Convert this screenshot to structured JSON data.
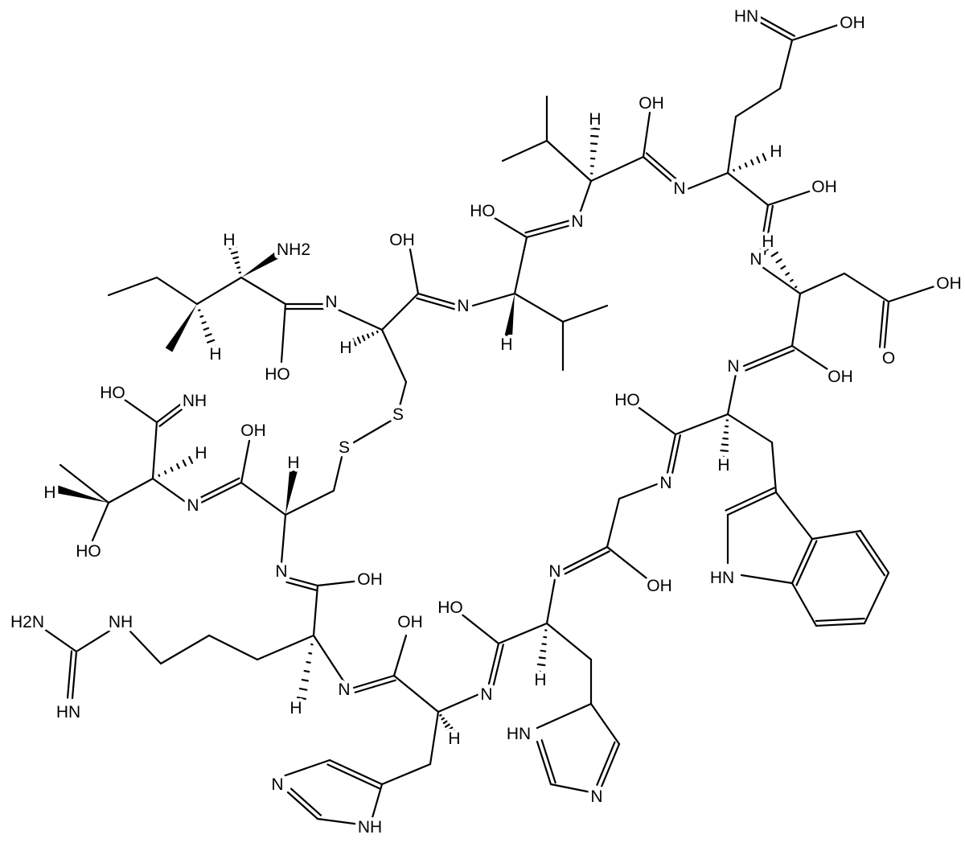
{
  "title": "Cyclic peptide structure (Ile-Cys-Val-Val-Gln-Asp-Trp-Gly-His-His-Arg-Cys-Thr)",
  "atom_labels": [
    "HN",
    "OH",
    "OH",
    "H",
    "H",
    "OH",
    "N",
    "HO",
    "N",
    "H",
    "OH",
    "NH2",
    "H",
    "N",
    "OH",
    "N",
    "N",
    "H",
    "H",
    "H",
    "O",
    "N",
    "HO",
    "OH",
    "HO",
    "NH",
    "HO",
    "S",
    "OH",
    "H",
    "H",
    "S",
    "N",
    "H",
    "N",
    "H",
    "HO",
    "HN",
    "N",
    "OH",
    "N",
    "OH",
    "H2N",
    "NH",
    "OH",
    "HO",
    "N",
    "N",
    "H",
    "H",
    "HN",
    "H",
    "HN",
    "N",
    "N",
    "NH"
  ]
}
